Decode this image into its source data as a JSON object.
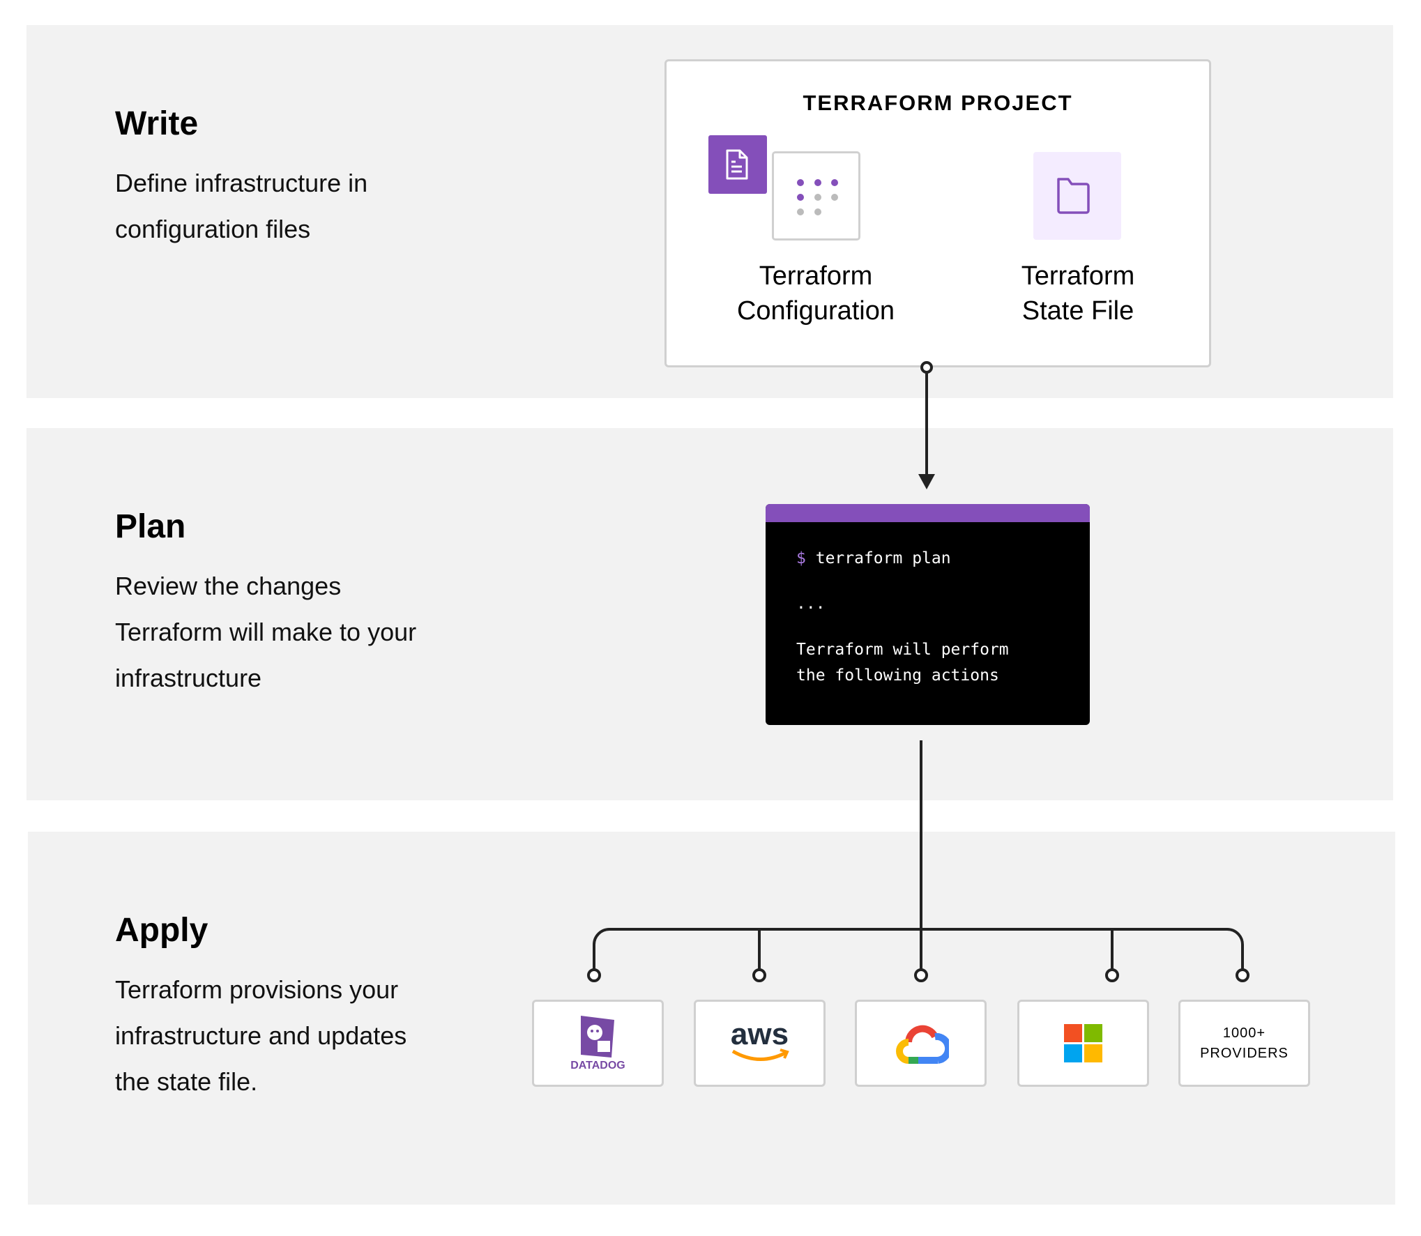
{
  "stages": [
    {
      "title": "Write",
      "description": "Define infrastructure in configuration files"
    },
    {
      "title": "Plan",
      "description": "Review the changes Terraform will make to your infrastructure"
    },
    {
      "title": "Apply",
      "description": "Terraform provisions your infrastructure and updates the state file."
    }
  ],
  "project": {
    "title": "TERRAFORM PROJECT",
    "config_label_1": "Terraform",
    "config_label_2": "Configuration",
    "state_label_1": "Terraform",
    "state_label_2": "State File",
    "config_icon": "document-icon",
    "state_icon": "folder-icon"
  },
  "terminal": {
    "prompt": "$",
    "command": "terraform plan",
    "ellipsis": "...",
    "output_1": "Terraform will perform",
    "output_2": "the following actions"
  },
  "providers": {
    "datadog": "DATADOG",
    "aws": "aws",
    "more_1": "1000+",
    "more_2": "PROVIDERS"
  },
  "colors": {
    "accent": "#844fba",
    "panel": "#f2f2f2",
    "accent_light": "#f4ecff"
  }
}
